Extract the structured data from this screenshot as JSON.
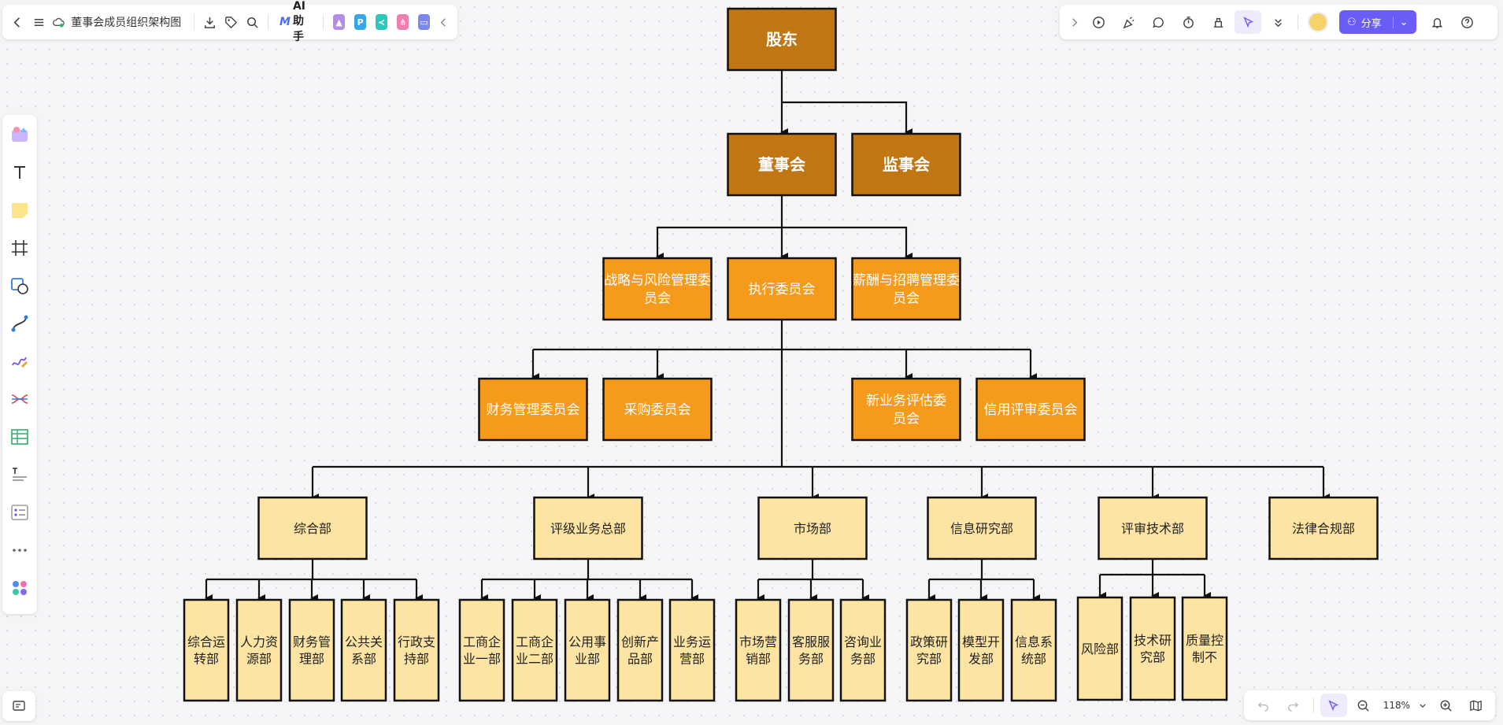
{
  "toolbar": {
    "doc_title": "董事会成员组织架构图",
    "ai_label": "AI助手",
    "share_label": "分享"
  },
  "zoom": {
    "level": "118%"
  },
  "colors": {
    "dark": "#bf7613",
    "mid": "#f59a1b",
    "light": "#fde4a3",
    "accent": "#6a5cf6"
  },
  "org": {
    "root": "股东",
    "level2": [
      "董事会",
      "监事会"
    ],
    "level3": [
      "战略与风险管理委员会",
      "执行委员会",
      "薪酬与招聘管理委员会"
    ],
    "level4": [
      "财务管理委员会",
      "采购委员会",
      "新业务评估委员会",
      "信用评审委员会"
    ],
    "departments": [
      {
        "name": "综合部",
        "units": [
          "综合运转部",
          "人力资源部",
          "财务管理部",
          "公共关系部",
          "行政支持部"
        ]
      },
      {
        "name": "评级业务总部",
        "units": [
          "工商企业一部",
          "工商企业二部",
          "公用事业部",
          "创新产品部",
          "业务运营部"
        ]
      },
      {
        "name": "市场部",
        "units": [
          "市场营销部",
          "客服服务部",
          "咨询业务部"
        ]
      },
      {
        "name": "信息研究部",
        "units": [
          "政策研究部",
          "模型开发部",
          "信息系统部"
        ]
      },
      {
        "name": "评审技术部",
        "units": [
          "风险部",
          "技术研究部",
          "质量控制不"
        ]
      },
      {
        "name": "法律合规部",
        "units": []
      }
    ]
  }
}
